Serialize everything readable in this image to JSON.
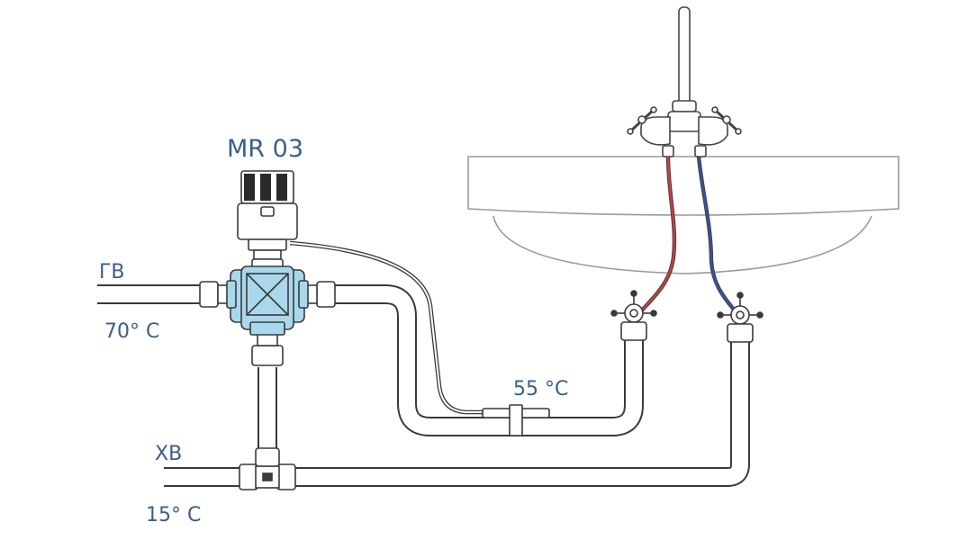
{
  "labels": {
    "valve_model": "MR 03",
    "hot_water": "ГВ",
    "hot_temp": "70° C",
    "cold_water": "ХВ",
    "cold_temp": "15° C",
    "mixed_temp": "55 °C"
  },
  "colors": {
    "text": "#3b5f86",
    "pipe_outline": "#3a3a3a",
    "valve_body": "#a9d8ec",
    "hot_line": "#d63a3a",
    "cold_line": "#3a4fa8",
    "sink_outline": "#9a9a9a"
  }
}
